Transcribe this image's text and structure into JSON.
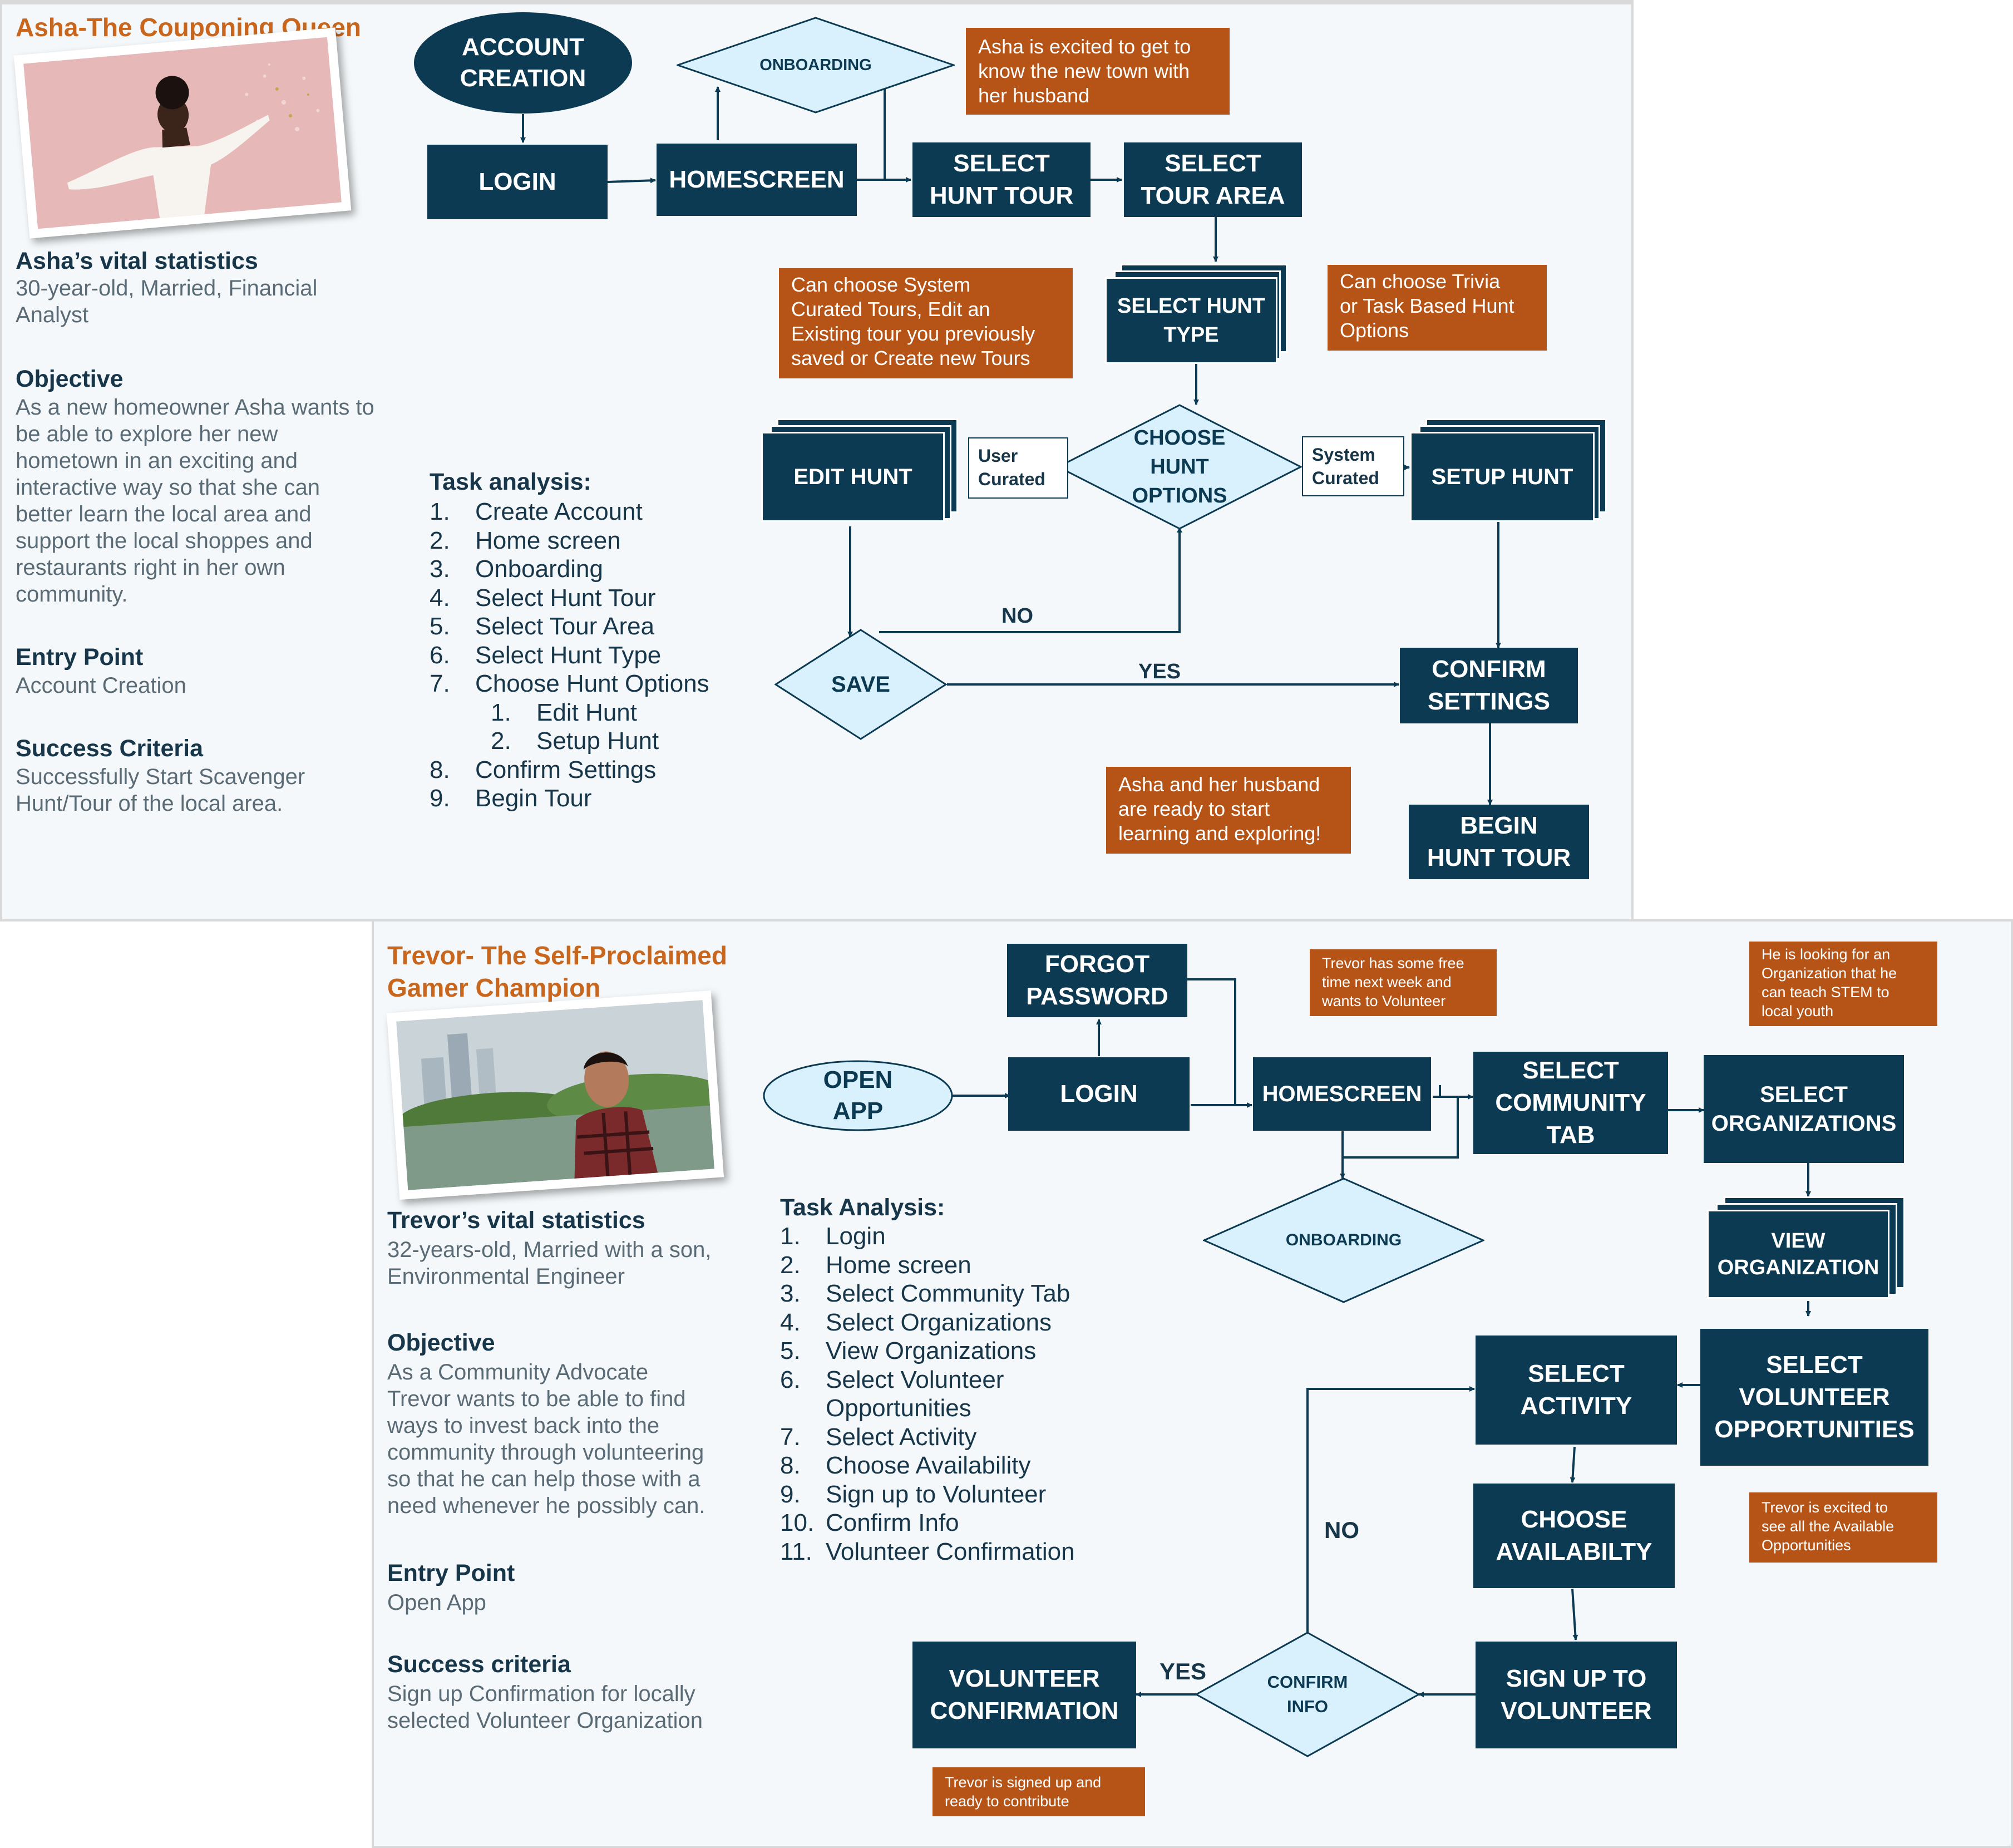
{
  "colors": {
    "navy": "#0b3a52",
    "orange_note": "#b65417",
    "diamond_fill": "#d9f1fc",
    "persona_title": "#c8661e",
    "panel_bg": "#f4f8fa"
  },
  "asha": {
    "name": "Asha-The Couponing Queen",
    "stats_h": "Asha’s vital statistics",
    "stats_t": "30-year-old, Married, Financial\nAnalyst",
    "objective_h": "Objective",
    "objective_t": "As a new homeowner Asha wants to\nbe able to explore her new\nhometown in an exciting and\ninteractive way so that she can\nbetter learn the local area and\nsupport the local shoppes and\nrestaurants right in her own\ncommunity.",
    "entry_h": "Entry Point",
    "entry_t": "Account Creation",
    "success_h": "Success Criteria",
    "success_t": "Successfully Start Scavenger\nHunt/Tour of the local area.",
    "task_h": "Task analysis:",
    "tasks": [
      {
        "n": "1.",
        "t": "Create Account"
      },
      {
        "n": "2.",
        "t": "Home screen"
      },
      {
        "n": "3.",
        "t": "Onboarding"
      },
      {
        "n": "4.",
        "t": "Select Hunt Tour"
      },
      {
        "n": "5.",
        "t": "Select Tour Area"
      },
      {
        "n": "6.",
        "t": "Select Hunt Type"
      },
      {
        "n": "7.",
        "t": "Choose Hunt Options"
      },
      {
        "n": "1.",
        "t": "Edit Hunt"
      },
      {
        "n": "2.",
        "t": "Setup Hunt"
      },
      {
        "n": "8.",
        "t": "Confirm Settings"
      },
      {
        "n": "9.",
        "t": "Begin Tour"
      }
    ],
    "flow": {
      "account_creation": "ACCOUNT\nCREATION",
      "login": "LOGIN",
      "homescreen": "HOMESCREEN",
      "onboarding": "ONBOARDING",
      "select_hunt_tour": "SELECT\nHUNT TOUR",
      "select_tour_area": "SELECT\nTOUR AREA",
      "select_hunt_type": "SELECT HUNT\nTYPE",
      "choose_hunt_options": "CHOOSE\nHUNT\nOPTIONS",
      "edit_hunt": "EDIT HUNT",
      "setup_hunt": "SETUP HUNT",
      "user_curated": "User\nCurated",
      "system_curated": "System\nCurated",
      "save": "SAVE",
      "no": "NO",
      "yes": "YES",
      "confirm_settings": "CONFIRM\nSETTINGS",
      "begin_hunt_tour": "BEGIN\nHUNT TOUR"
    },
    "notes": {
      "excited": "Asha is excited to get to\nknow the new town with\nher husband",
      "system_curated": "Can choose System\nCurated  Tours, Edit an\nExisting tour you previously\nsaved or Create new Tours",
      "trivia": "Can choose Trivia\nor Task Based Hunt\nOptions",
      "ready": "Asha and her husband\nare ready to start\nlearning and exploring!"
    }
  },
  "trevor": {
    "name": "Trevor- The Self-Proclaimed\nGamer Champion",
    "stats_h": "Trevor’s vital statistics",
    "stats_t": "32-years-old, Married with a son,\nEnvironmental Engineer",
    "objective_h": "Objective",
    "objective_t": "As a Community Advocate\nTrevor wants to be able to find\nways to invest back into the\ncommunity through volunteering\nso that he can help those with a\nneed whenever he possibly can.",
    "entry_h": "Entry Point",
    "entry_t": "Open App",
    "success_h": "Success criteria",
    "success_t": "Sign up Confirmation for locally\nselected Volunteer Organization",
    "task_h": "Task Analysis:",
    "tasks": [
      {
        "n": "1.",
        "t": "Login"
      },
      {
        "n": "2.",
        "t": "Home screen"
      },
      {
        "n": "3.",
        "t": "Select Community Tab"
      },
      {
        "n": "4.",
        "t": "Select Organizations"
      },
      {
        "n": "5.",
        "t": "View Organizations"
      },
      {
        "n": "6.",
        "t": "Select Volunteer"
      },
      {
        "n": "",
        "t": "Opportunities"
      },
      {
        "n": "7.",
        "t": "Select Activity"
      },
      {
        "n": "8.",
        "t": "Choose Availability"
      },
      {
        "n": "9.",
        "t": "Sign up to Volunteer"
      },
      {
        "n": "10.",
        "t": "Confirm Info"
      },
      {
        "n": "11.",
        "t": "Volunteer Confirmation"
      }
    ],
    "flow": {
      "open_app": "OPEN\nAPP",
      "login": "LOGIN",
      "forgot_password": "FORGOT\nPASSWORD",
      "homescreen": "HOMESCREEN",
      "onboarding": "ONBOARDING",
      "select_community_tab": "SELECT\nCOMMUNITY\nTAB",
      "select_organizations": "SELECT\nORGANIZATIONS",
      "view_organization": "VIEW\nORGANIZATION",
      "select_volunteer_opps": "SELECT\nVOLUNTEER\nOPPORTUNITIES",
      "select_activity": "SELECT\nACTIVITY",
      "choose_availability": "CHOOSE\nAVAILABILTY",
      "sign_up": "SIGN UP TO\nVOLUNTEER",
      "confirm_info": "CONFIRM\nINFO",
      "volunteer_confirmation": "VOLUNTEER\nCONFIRMATION",
      "no": "NO",
      "yes": "YES"
    },
    "notes": {
      "free_time": "Trevor has some free\ntime next week and\nwants to Volunteer",
      "stem": "He is looking for an\nOrganization that he\ncan teach STEM to\nlocal  youth",
      "excited": "Trevor is excited to\nsee all the Available\nOpportunities",
      "signed_up": "Trevor is signed up and\nready to contribute"
    }
  }
}
